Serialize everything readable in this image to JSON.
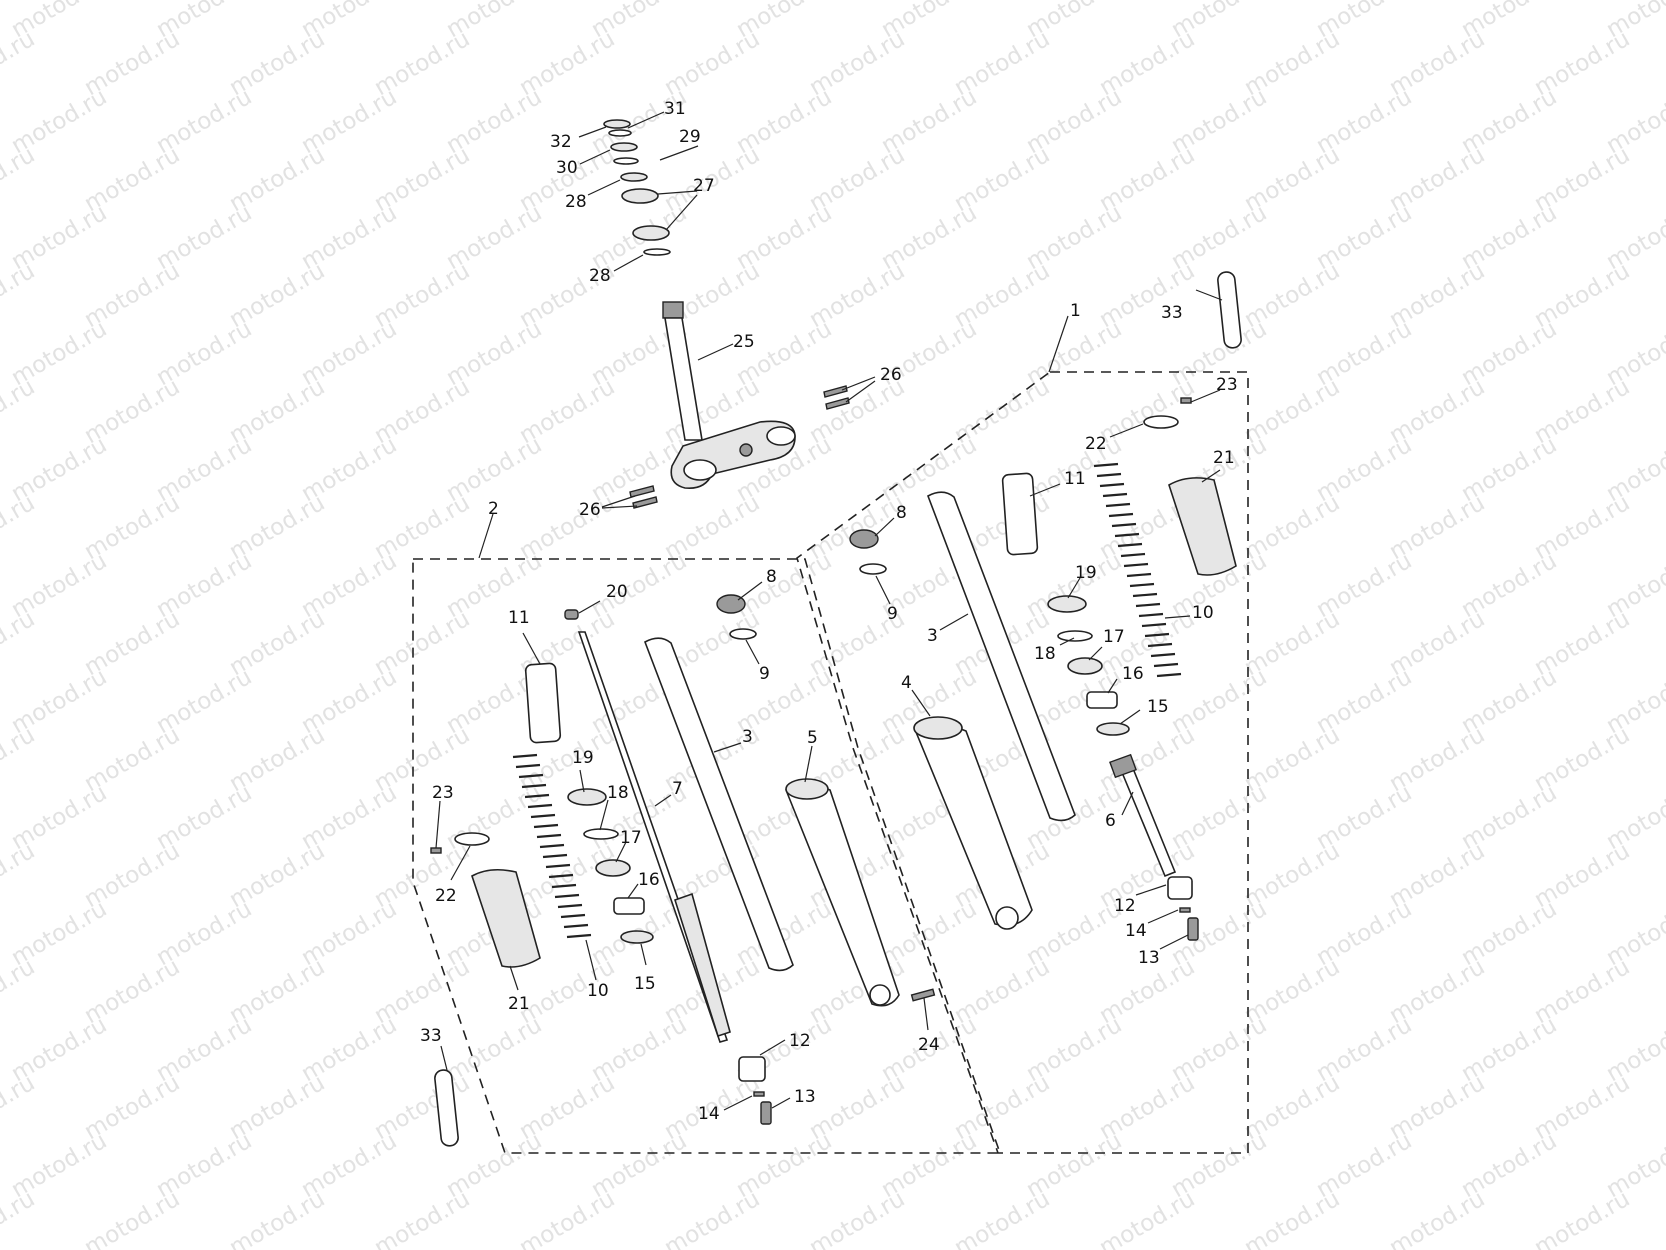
{
  "watermark": "motod.ru",
  "callouts": [
    {
      "id": "c1",
      "text": "1"
    },
    {
      "id": "c2",
      "text": "2"
    },
    {
      "id": "c3a",
      "text": "3"
    },
    {
      "id": "c3b",
      "text": "3"
    },
    {
      "id": "c4",
      "text": "4"
    },
    {
      "id": "c5",
      "text": "5"
    },
    {
      "id": "c6",
      "text": "6"
    },
    {
      "id": "c7",
      "text": "7"
    },
    {
      "id": "c8a",
      "text": "8"
    },
    {
      "id": "c8b",
      "text": "8"
    },
    {
      "id": "c9a",
      "text": "9"
    },
    {
      "id": "c9b",
      "text": "9"
    },
    {
      "id": "c10a",
      "text": "10"
    },
    {
      "id": "c10b",
      "text": "10"
    },
    {
      "id": "c11a",
      "text": "11"
    },
    {
      "id": "c11b",
      "text": "11"
    },
    {
      "id": "c12a",
      "text": "12"
    },
    {
      "id": "c12b",
      "text": "12"
    },
    {
      "id": "c13a",
      "text": "13"
    },
    {
      "id": "c13b",
      "text": "13"
    },
    {
      "id": "c14a",
      "text": "14"
    },
    {
      "id": "c14b",
      "text": "14"
    },
    {
      "id": "c15a",
      "text": "15"
    },
    {
      "id": "c15b",
      "text": "15"
    },
    {
      "id": "c16a",
      "text": "16"
    },
    {
      "id": "c16b",
      "text": "16"
    },
    {
      "id": "c17a",
      "text": "17"
    },
    {
      "id": "c17b",
      "text": "17"
    },
    {
      "id": "c18a",
      "text": "18"
    },
    {
      "id": "c18b",
      "text": "18"
    },
    {
      "id": "c19a",
      "text": "19"
    },
    {
      "id": "c19b",
      "text": "19"
    },
    {
      "id": "c20",
      "text": "20"
    },
    {
      "id": "c21a",
      "text": "21"
    },
    {
      "id": "c21b",
      "text": "21"
    },
    {
      "id": "c22a",
      "text": "22"
    },
    {
      "id": "c22b",
      "text": "22"
    },
    {
      "id": "c23a",
      "text": "23"
    },
    {
      "id": "c23b",
      "text": "23"
    },
    {
      "id": "c24",
      "text": "24"
    },
    {
      "id": "c25",
      "text": "25"
    },
    {
      "id": "c26a",
      "text": "26"
    },
    {
      "id": "c26b",
      "text": "26"
    },
    {
      "id": "c27",
      "text": "27"
    },
    {
      "id": "c28a",
      "text": "28"
    },
    {
      "id": "c28b",
      "text": "28"
    },
    {
      "id": "c29",
      "text": "29"
    },
    {
      "id": "c30",
      "text": "30"
    },
    {
      "id": "c31",
      "text": "31"
    },
    {
      "id": "c32",
      "text": "32"
    },
    {
      "id": "c33a",
      "text": "33"
    },
    {
      "id": "c33b",
      "text": "33"
    }
  ]
}
